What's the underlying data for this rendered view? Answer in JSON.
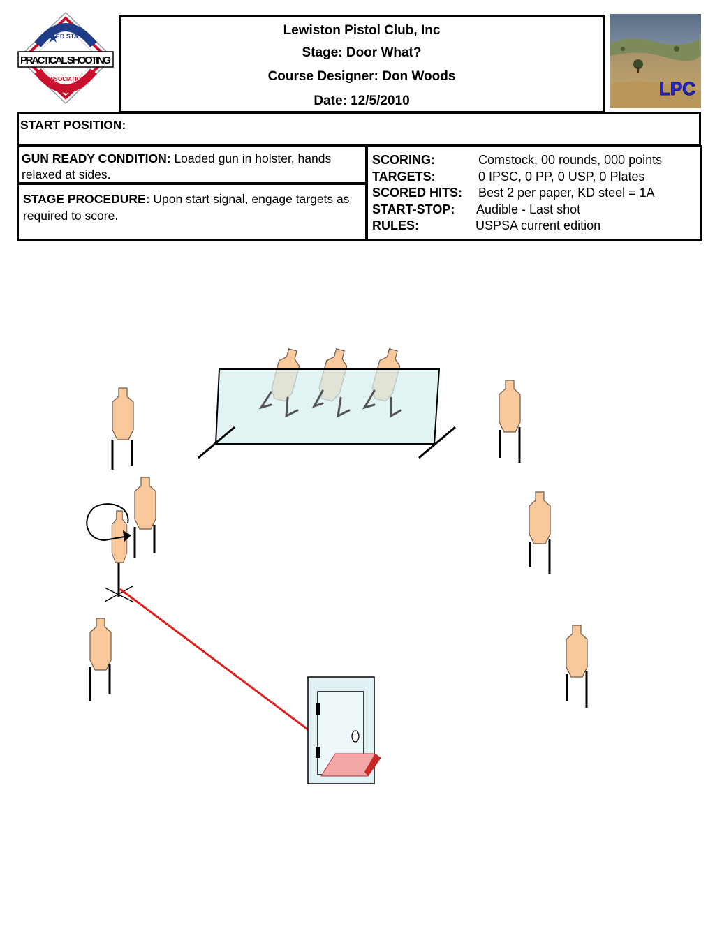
{
  "header": {
    "club": "Lewiston Pistol Club, Inc",
    "stage": "Stage:  Door What?",
    "designer": "Course Designer: Don Woods",
    "date": "Date: 12/5/2010"
  },
  "logo": {
    "top_text": "UNITED STATES",
    "main_text": "PRACTICAL SHOOTING",
    "bottom_text": "ASSOCIATION",
    "mark": "IPSC"
  },
  "photo_badge": "LPC",
  "start_position": {
    "label": "START POSITION:",
    "value": ""
  },
  "gun_ready": {
    "label": "GUN READY CONDITION:",
    "value": " Loaded gun in holster, hands relaxed at sides."
  },
  "stage_procedure": {
    "label": "STAGE PROCEDURE:",
    "value": " Upon start signal, engage targets as required to score."
  },
  "scoring": [
    {
      "label": "SCORING:",
      "value": "Comstock, 00 rounds, 000 points"
    },
    {
      "label": "TARGETS:",
      "value": "0 IPSC, 0 PP, 0 USP, 0 Plates"
    },
    {
      "label": "SCORED HITS:",
      "value": "Best 2 per paper, KD steel = 1A"
    },
    {
      "label": "START-STOP:",
      "value": "Audible - Last shot"
    },
    {
      "label": "RULES:",
      "value": "USPSA current edition"
    }
  ],
  "colors": {
    "target_fill": "#f9c89b",
    "wall_fill": "#d6eef0",
    "red_line": "#e02020",
    "usa_red": "#c8102e",
    "usa_blue": "#1f3c88",
    "lpc_blue": "#2a2ad0"
  }
}
